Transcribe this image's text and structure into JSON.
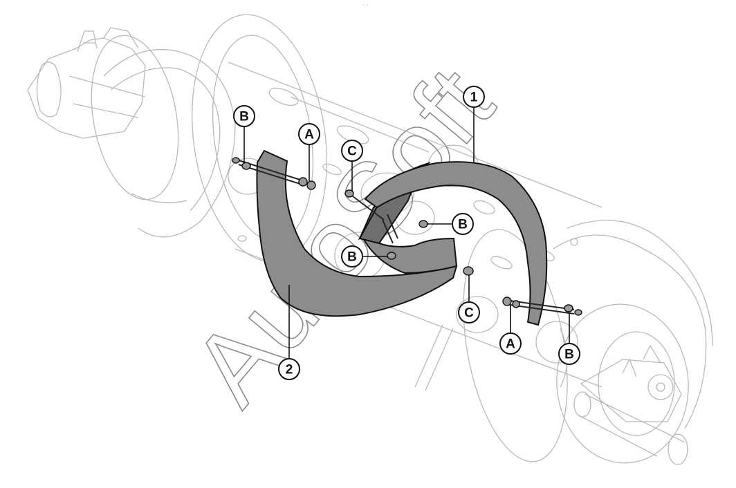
{
  "figure": {
    "watermark": "AutoSoft",
    "top_hint": "- -",
    "callouts": {
      "part_1": "1",
      "part_2": "2",
      "bolt_A_left": "A",
      "bolt_A_right": "A",
      "washer_B_left": "B",
      "washer_B_center": "B",
      "washer_B_inner": "B",
      "washer_B_right": "B",
      "nut_C_upper": "C",
      "nut_C_lower": "C"
    }
  }
}
